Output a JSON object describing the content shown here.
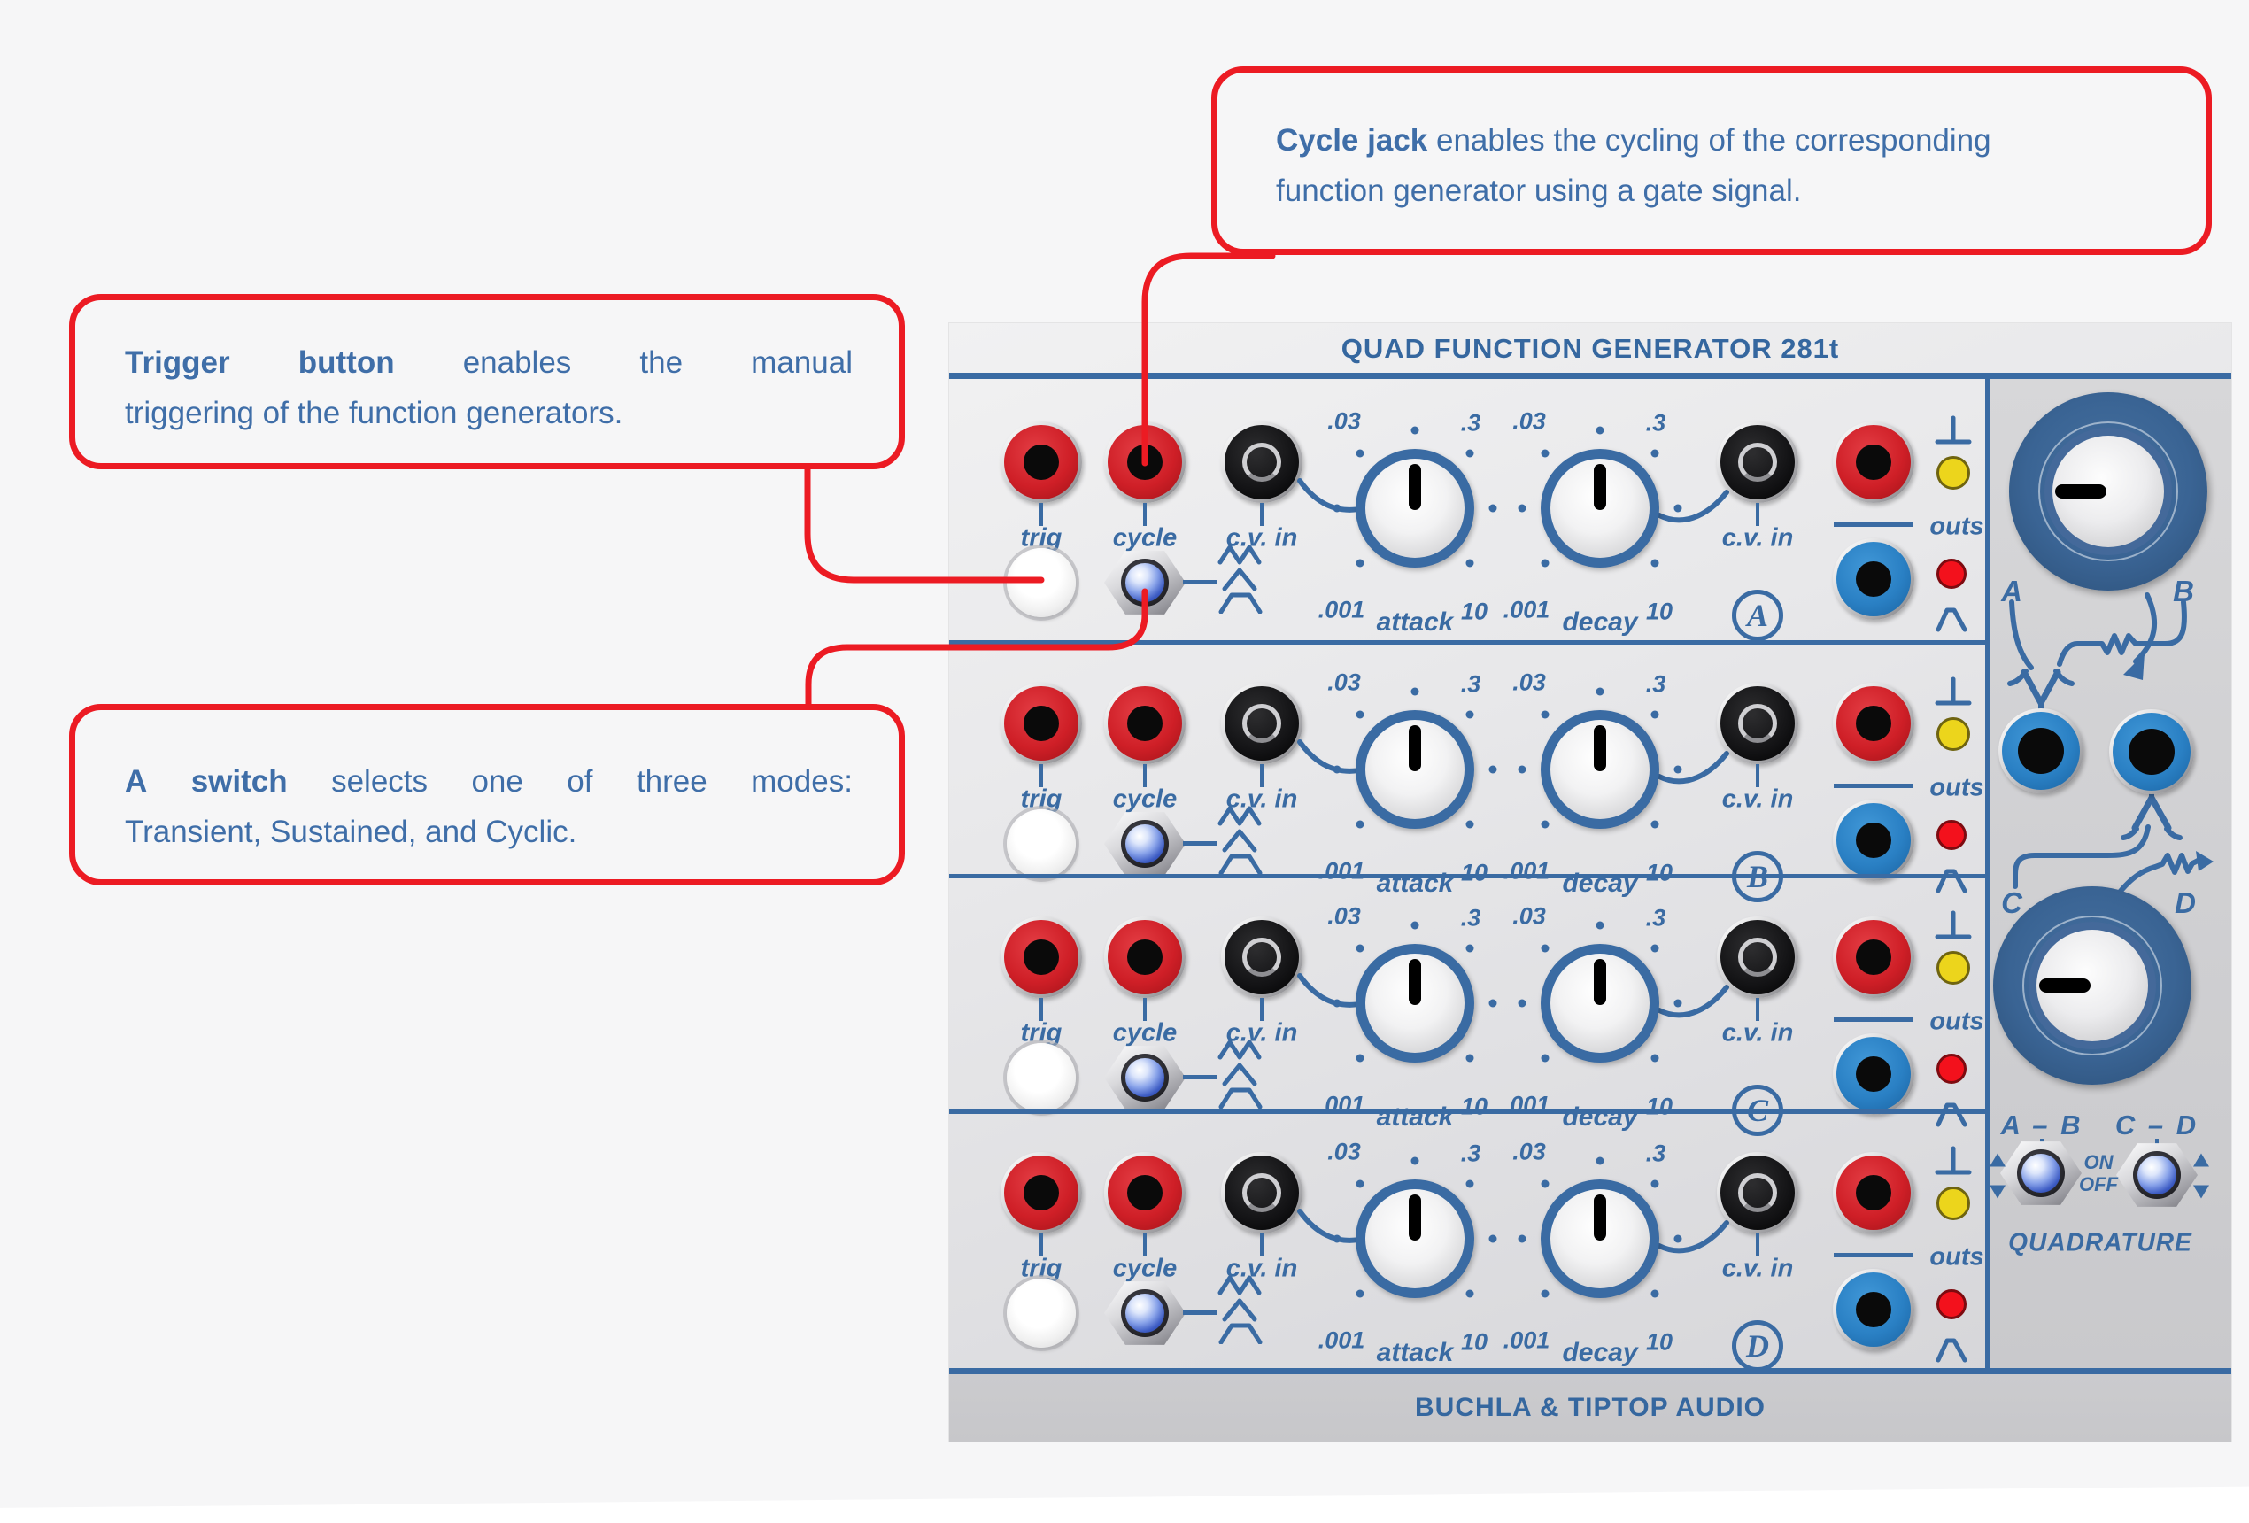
{
  "colors": {
    "accent": "#3a6ba3",
    "red": "#ec1b23",
    "panel_hi": "#f1f1f2",
    "panel_lo": "#d3d3d6",
    "quad_hi": "#d7d7d9",
    "quad_lo": "#c9c9cc",
    "footer_bg": "#c7c7ca",
    "page_bg": "#f6f6f7",
    "jack_red": "#cf1f27",
    "jack_blue": "#2a80c4",
    "led_yellow": "#ecd51c",
    "led_red": "#f3111c"
  },
  "callouts": {
    "cycle": {
      "bold": "Cycle jack",
      "lines": [
        "enables the cycling of the corresponding",
        "function generator using a gate signal."
      ],
      "justify": false
    },
    "trigger": {
      "bold": "Trigger button",
      "lines": [
        "enables the manual",
        "triggering of the function generators."
      ],
      "justify": true
    },
    "switch": {
      "bold": "A switch",
      "lines": [
        "selects one of three modes:",
        "Transient, Sustained, and Cyclic."
      ],
      "justify": true
    }
  },
  "module": {
    "title": "QUAD FUNCTION GENERATOR 281t",
    "brand": "BUCHLA & TIPTOP AUDIO"
  },
  "row": {
    "trig": "trig",
    "cycle": "cycle",
    "cv_in": "c.v. in",
    "attack": "attack",
    "decay": "decay",
    "outs": "outs",
    "scale": {
      "tl": ".03",
      "tr": ".3",
      "bl": ".001",
      "br": "10"
    }
  },
  "rows": [
    {
      "letter": "A"
    },
    {
      "letter": "B"
    },
    {
      "letter": "C"
    },
    {
      "letter": "D"
    }
  ],
  "quadrature": {
    "title": "QUADRATURE",
    "on": "ON",
    "off": "OFF",
    "pair_ab": "A – B",
    "pair_cd": "C – D",
    "label_a": "A",
    "label_b": "B",
    "label_c": "C",
    "label_d": "D"
  }
}
